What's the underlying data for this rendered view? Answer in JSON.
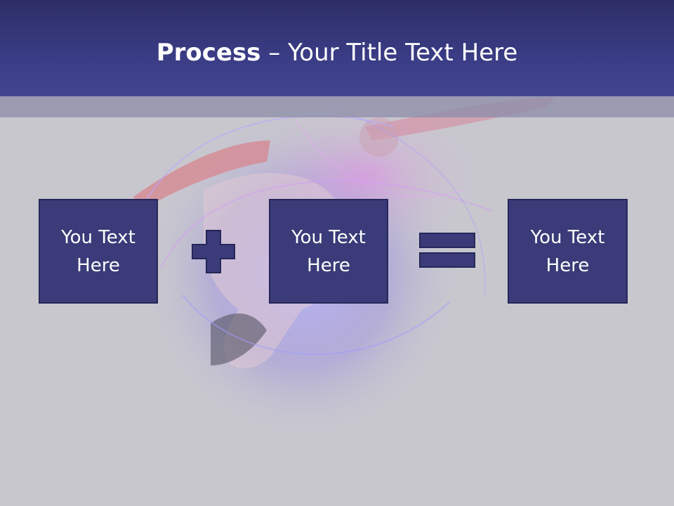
{
  "title": {
    "bold": "Process",
    "rest": " – Your Title Text Here"
  },
  "boxes": [
    {
      "label": "You Text Here"
    },
    {
      "label": "You Text Here"
    },
    {
      "label": "You Text Here"
    }
  ],
  "operators": {
    "first": "plus-icon",
    "second": "equals-icon"
  },
  "colors": {
    "title_band": "#3a3c85",
    "box_fill": "#3a3b78",
    "box_border": "#26275a",
    "background": "#c8c7ce",
    "title_text": "#ffffff"
  }
}
